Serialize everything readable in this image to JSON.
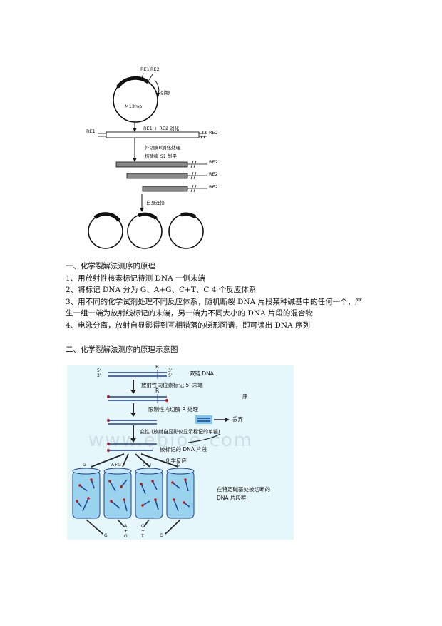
{
  "figure1": {
    "re1_top": "RE1",
    "re2_top": "RE2",
    "primer": "引物",
    "plasmid": "M13mp",
    "digest": "RE1 + RE2 消化",
    "re1_left": "RE1",
    "re2_right": "RE2",
    "exo_step": "外切酶Ⅲ消化处理",
    "s1_step": "核酸酶 S1 削平",
    "re2_a": "RE2",
    "re2_b": "RE2",
    "re2_c": "RE2",
    "ligation": "自身连接"
  },
  "section1": {
    "heading": "一、化学裂解法测序的原理",
    "item1": "1、用放射性核素标记待测 DNA 一侧末端",
    "item2": "2、将标记 DNA 分为 G、A+G、C+T、C 4 个反应体系",
    "item3a": "3、用不同的化学试剂处理不同反应体系，随机断裂 DNA 片段某种碱基中的任何一个，产",
    "item3b": "生一组一端为放射线标记的末端，另一端为不同大小的 DNA 片段的混合物",
    "item4": "4、电泳分离，放射自显影得到互相错落的梯形图谱，即可读出 DNA 序列"
  },
  "section2": {
    "heading": "二、化学裂解法测序的原理示意图"
  },
  "figure2": {
    "five_prime": "5'",
    "three_prime": "3'",
    "three_prime_r": "3'",
    "five_prime_r": "5'",
    "r_top": "R",
    "ds_dna": "双链 DNA",
    "label_step": "放射性同位素标记 5' 末端",
    "r_mid": "R",
    "seq_char": "序",
    "restriction": "限制性内切酶 R 处理",
    "discard": "丢弃",
    "denature": "变性 (放射自显影仪显示标记的单链)",
    "watermark": "www.ebioe.com",
    "labeled_fragment": "被标记的 DNA 片段",
    "chem_reaction": "化学反应",
    "t_g": "G",
    "t_ag": "A+G",
    "t_ct": "C+T",
    "t_c": "C",
    "cleaved_1": "在特定碱基处被切断的",
    "cleaved_2": "DNA 片段群",
    "b_g": "G",
    "b_a": "A",
    "b_plus1": "+",
    "b_g2": "G",
    "b_c": "C",
    "b_plus2": "+",
    "b_t": "T",
    "b_c2": "C"
  }
}
